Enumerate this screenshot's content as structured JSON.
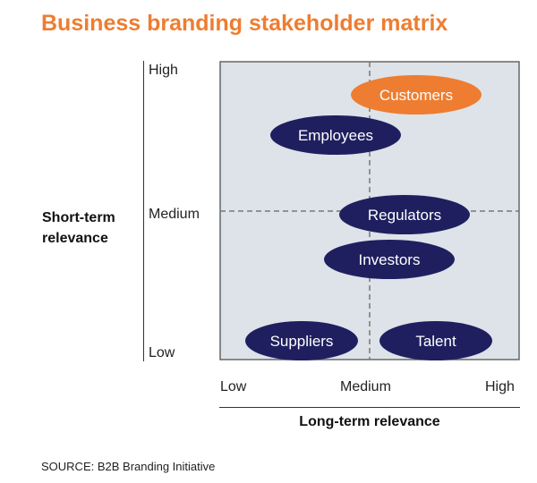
{
  "title": "Business branding stakeholder matrix",
  "y_axis": {
    "label_line1": "Short-term",
    "label_line2": "relevance",
    "ticks": [
      "High",
      "Medium",
      "Low"
    ]
  },
  "x_axis": {
    "label": "Long-term relevance",
    "ticks": [
      "Low",
      "Medium",
      "High"
    ]
  },
  "stakeholders": [
    {
      "label": "Customers",
      "color": "#ee7d31"
    },
    {
      "label": "Employees",
      "color": "#1f1f60"
    },
    {
      "label": "Regulators",
      "color": "#1f1f60"
    },
    {
      "label": "Investors",
      "color": "#1f1f60"
    },
    {
      "label": "Suppliers",
      "color": "#1f1f60"
    },
    {
      "label": "Talent",
      "color": "#1f1f60"
    }
  ],
  "colors": {
    "title": "#ee7d31",
    "quadrant_bg": "#dde3e8",
    "bubble_dark": "#1f1f60",
    "bubble_accent": "#ee7d31"
  },
  "source": "SOURCE: B2B Branding Initiative"
}
